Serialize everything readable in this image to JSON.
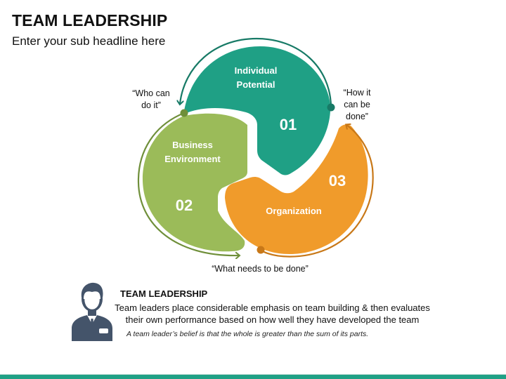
{
  "slide": {
    "title": "TEAM LEADERSHIP",
    "subtitle": "Enter your sub headline here"
  },
  "colors": {
    "teal": "#1fa085",
    "teal_dark": "#177a66",
    "green": "#9bbb59",
    "green_dark": "#6f8f3a",
    "orange": "#f09b2b",
    "orange_dark": "#c87818",
    "icon_gray": "#44546a",
    "footer": "#1fa085"
  },
  "diagram": {
    "segments": [
      {
        "number": "01",
        "label_line1": "Individual",
        "label_line2": "Potential",
        "color": "teal"
      },
      {
        "number": "02",
        "label_line1": "Business",
        "label_line2": "Environment",
        "color": "green"
      },
      {
        "number": "03",
        "label_line1": "Organization",
        "label_line2": "",
        "color": "orange"
      }
    ],
    "quotes": {
      "who_line1": "“Who can",
      "who_line2": "do it”",
      "how_line1": "“How it",
      "how_line2": "can be",
      "how_line3": "done”",
      "what": "“What needs to be done”"
    }
  },
  "info": {
    "icon": "businessman-icon",
    "title": "TEAM LEADERSHIP",
    "body_line1": "Team leaders place considerable emphasis on team building & then evaluates",
    "body_line2": "their own performance based on how well they have developed the team",
    "quote": "A team leader’s belief is that the whole is greater than the sum of its parts."
  }
}
